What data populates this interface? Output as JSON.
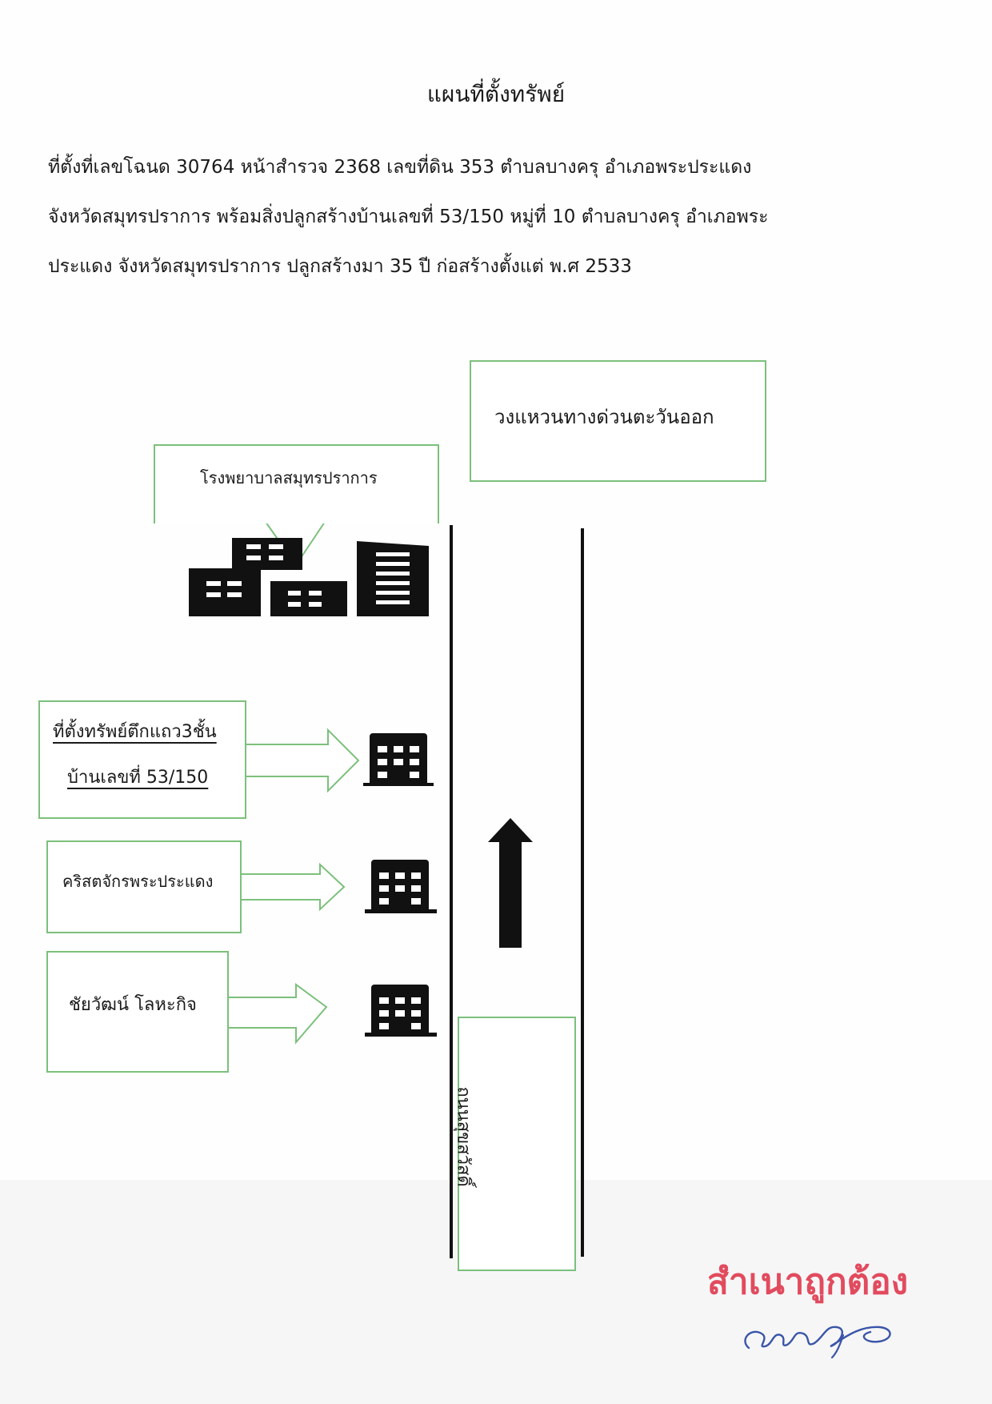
{
  "title": "แผนที่ตั้งทรัพย์",
  "description": {
    "line1": "ที่ตั้งที่เลขโฉนด 30764   หน้าสำรวจ 2368  เลขที่ดิน 353   ตำบลบางครุ   อำเภอพระประแดง",
    "line2": "จังหวัดสมุทรปราการ  พร้อมสิ่งปลูกสร้างบ้านเลขที่  53/150   หมู่ที่ 10 ตำบลบางครุ อำเภอพระ",
    "line3": "ประแดง จังหวัดสมุทรปราการ  ปลูกสร้างมา  35 ปี  ก่อสร้างตั้งแต่ พ.ศ 2533"
  },
  "map": {
    "expressway_label": "วงแหวนทางด่วนตะวันออก",
    "hospital_label": "โรงพยาบาลสมุทรปราการ",
    "property_label_line1": "ที่ตั้งทรัพย์ตึกแถว3ชั้น",
    "property_label_line2": "บ้านเลขที่  53/150",
    "church_label": "คริสตจักรพระประแดง",
    "shop_label": "ชัยวัฒน์ โลหะกิจ",
    "road_label": "ถนนสุขสวัสดิ์",
    "direction_icon": "up-arrow-icon",
    "building_icon": "building-icon",
    "box_border_color": "#7cc07c"
  },
  "stamp": {
    "text": "สำเนาถูกต้อง",
    "color": "#e24b5e"
  },
  "signature": {
    "ink_color": "#3a55a8"
  }
}
